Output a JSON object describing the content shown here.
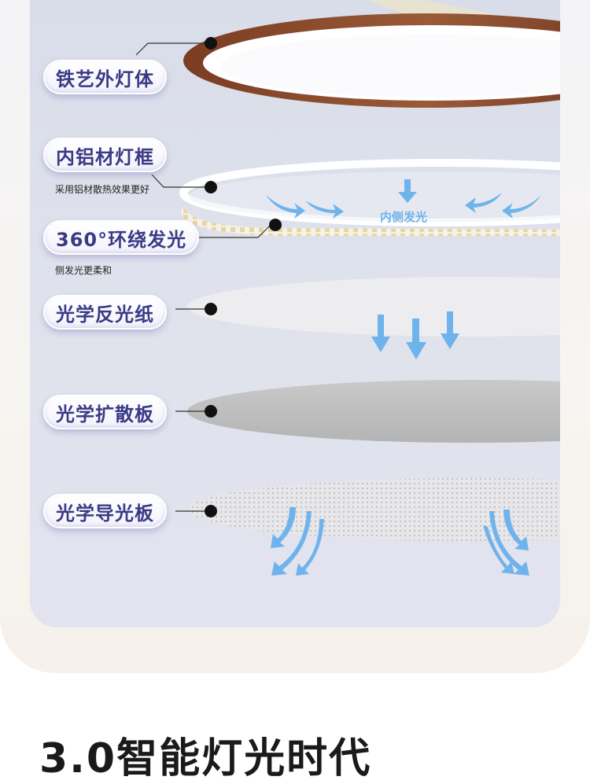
{
  "layers": [
    {
      "label": "铁艺外灯体",
      "note": ""
    },
    {
      "label": "内铝材灯框",
      "note": "采用铝材散热效果更好"
    },
    {
      "label": "360°环绕发光",
      "note": "侧发光更柔和"
    },
    {
      "label": "光学反光纸",
      "note": ""
    },
    {
      "label": "光学扩散板",
      "note": ""
    },
    {
      "label": "光学导光板",
      "note": ""
    }
  ],
  "inner_glow_label": "内侧发光",
  "section_title": "3.0智能灯光时代",
  "colors": {
    "label_text": "#3a3a86",
    "arrow_blue": "#5aa9ea",
    "wood_frame": "#8a4a2a"
  }
}
